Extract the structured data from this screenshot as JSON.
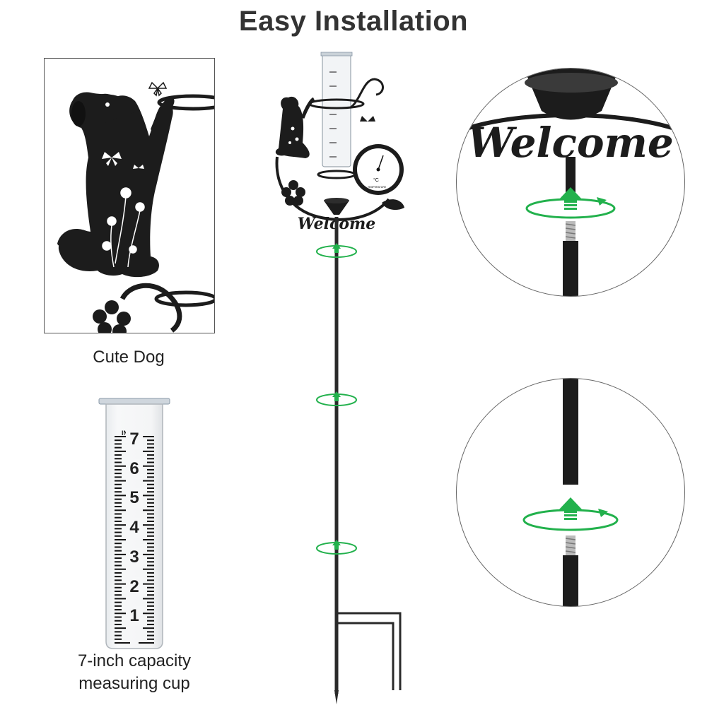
{
  "title": "Easy Installation",
  "captions": {
    "dog": "Cute Dog",
    "cup_line1": "7-inch capacity",
    "cup_line2": "measuring cup"
  },
  "gauge_scale": {
    "marks": [
      "7",
      "6",
      "5",
      "4",
      "3",
      "2",
      "1"
    ],
    "unit": "IN"
  },
  "sign_text": "Welcome",
  "thermometer": {
    "unit": "°C",
    "label": "TEMPERATURE"
  },
  "colors": {
    "metal": "#1c1c1c",
    "arrow_green": "#22b14c",
    "title": "#333333"
  },
  "icons": [
    "dog-silhouette-icon",
    "butterfly-icon",
    "flower-icon",
    "rotate-arrow-icon",
    "up-arrow-icon"
  ]
}
